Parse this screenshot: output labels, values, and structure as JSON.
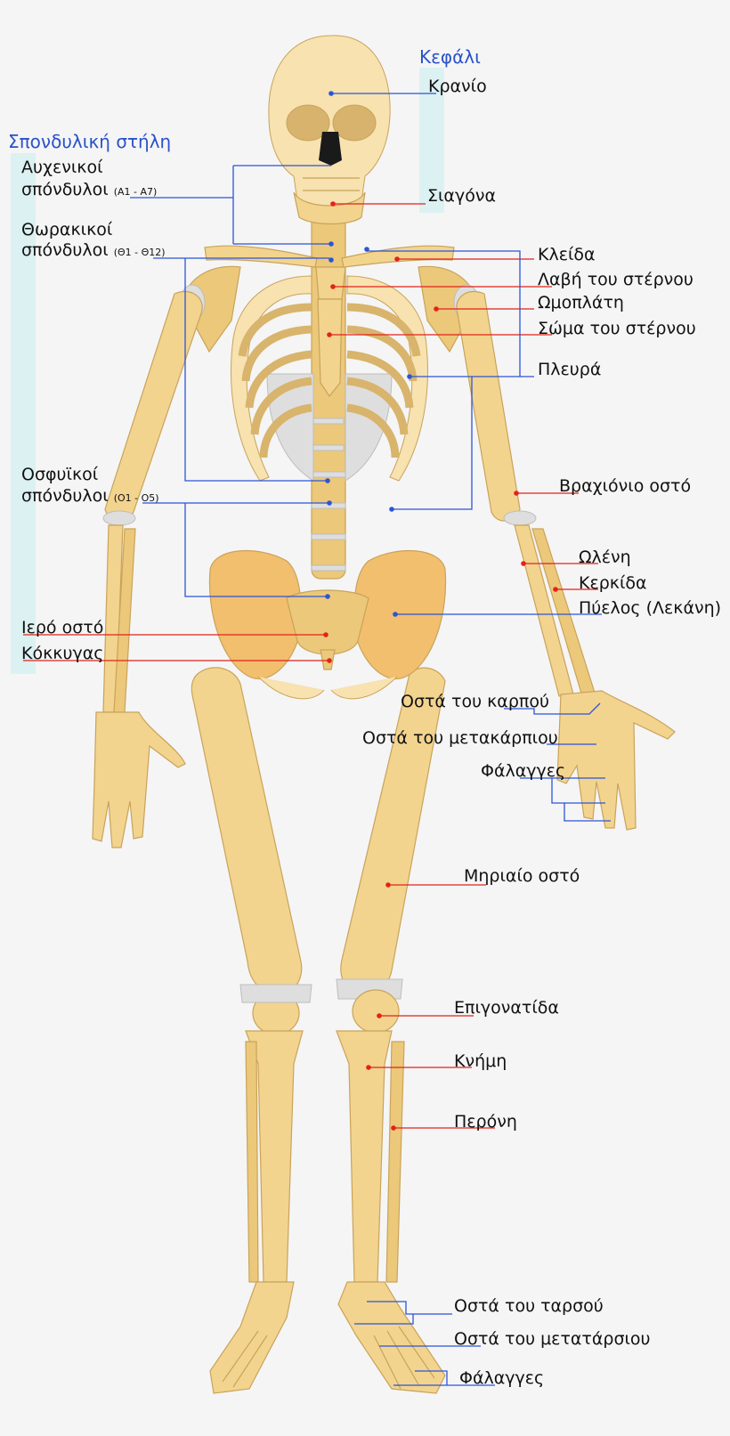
{
  "groups": {
    "head": "Κεφάλι",
    "spine": "Σπονδυλική στήλη"
  },
  "labels": {
    "skull": "Κρανίο",
    "jaw": "Σιαγόνα",
    "cervical_1": "Αυχενικοί",
    "cervical_2": "σπόνδυλοι",
    "cervical_range": "(Α1 - Α7)",
    "thoracic_1": "Θωρακικοί",
    "thoracic_2": "σπόνδυλοι",
    "thoracic_range": "(Θ1 - Θ12)",
    "lumbar_1": "Οσφυϊκοί",
    "lumbar_2": "σπόνδυλοι",
    "lumbar_range": "(Ο1 - Ο5)",
    "sacrum": "Ιερό οστό",
    "coccyx": "Κόκκυγας",
    "clavicle": "Κλείδα",
    "manubrium": "Λαβή του στέρνου",
    "scapula": "Ωμοπλάτη",
    "sternum_body": "Σώμα του στέρνου",
    "rib": "Πλευρά",
    "humerus": "Βραχιόνιο οστό",
    "ulna": "Ωλένη",
    "radius": "Κερκίδα",
    "pelvis": "Πύελος (Λεκάνη)",
    "carpals": "Οστά του καρπού",
    "metacarpals": "Οστά του μετακάρπιου",
    "hand_phalanges": "Φάλαγγες",
    "femur": "Μηριαίο οστό",
    "patella": "Επιγονατίδα",
    "tibia": "Κνήμη",
    "fibula": "Περόνη",
    "tarsals": "Οστά του ταρσού",
    "metatarsals": "Οστά του μετατάρσιου",
    "foot_phalanges": "Φάλαγγες"
  },
  "colors": {
    "bone": "#f2d48f",
    "bone_outline": "#c9a35a",
    "pelvis": "#f1bf6e",
    "cartilage": "#dedede",
    "leader_red": "#e2231a",
    "leader_blue": "#2b55d6",
    "group_heading": "#2a52c9",
    "group_band": "#dcf1f2"
  }
}
